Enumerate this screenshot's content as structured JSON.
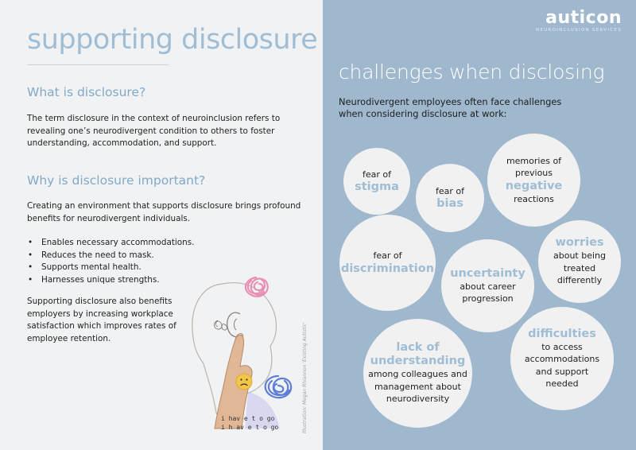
{
  "left": {
    "title": "supporting disclosure",
    "section1_heading": "What is disclosure?",
    "section1_text": "The term disclosure in the context of neuroinclusion refers to revealing one’s neurodivergent condition to others to foster understanding, accommodation, and support.",
    "section2_heading": "Why is disclosure important?",
    "section2_text": "Creating an environment that supports disclosure brings profound benefits for neurodivergent individuals.",
    "bullets": [
      "Enables necessary accommodations.",
      "Reduces the need to mask.",
      "Supports mental health.",
      "Harnesses unique strengths."
    ],
    "closing_text": "Supporting disclosure also benefits employers by increasing workplace satisfaction which improves rates of employee retention.",
    "illustration_text_1": "i hav e t o go",
    "illustration_text_2": "i h av e t o go",
    "illustration_credit": "Illustration: Megan Rhiannon 'Existing Autistic'"
  },
  "right": {
    "logo": "auticon",
    "logo_sub": "NEUROINCLUSION SERVICES",
    "title": "challenges when disclosing",
    "intro": "Neurodivergent employees often face challenges when considering disclosure at work:",
    "bubbles": {
      "stigma": {
        "pre": "fear of",
        "key": "stigma"
      },
      "bias": {
        "pre": "fear of",
        "key": "bias"
      },
      "negative": {
        "pre1": "memories of",
        "pre2": "previous",
        "key": "negative",
        "post": "reactions"
      },
      "discrimination": {
        "pre": "fear of",
        "key": "discrimination"
      },
      "uncertainty": {
        "key": "uncertainty",
        "post1": "about career",
        "post2": "progression"
      },
      "worries": {
        "key": "worries",
        "post1": "about being",
        "post2": "treated",
        "post3": "differently"
      },
      "understanding": {
        "key1": "lack of",
        "key2": "understanding",
        "post1": "among colleagues and",
        "post2": "management about",
        "post3": "neurodiversity"
      },
      "difficulties": {
        "key": "difficulties",
        "post1": "to access",
        "post2": "accommodations",
        "post3": "and support",
        "post4": "needed"
      }
    }
  },
  "colors": {
    "right_panel": "#9fb8ce",
    "accent": "#9fbdd4",
    "heading": "#82a9c8",
    "bubble": "#f1f1f1",
    "scribble_pink": "#e98fb4",
    "scribble_blue": "#5f7fd6",
    "emoji_yellow": "#f3c64a"
  }
}
